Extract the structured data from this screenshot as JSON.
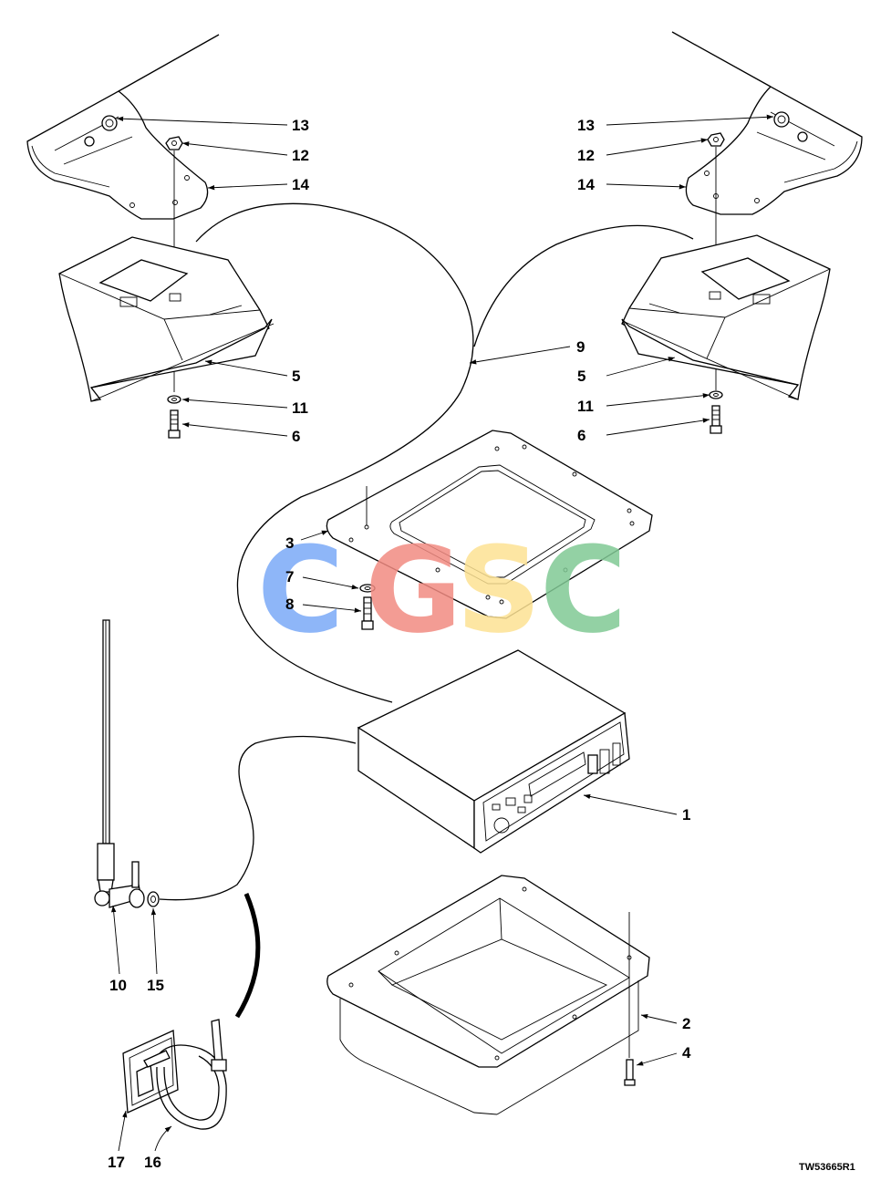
{
  "figure_id": "TW53665R1",
  "watermark": {
    "letters": [
      {
        "char": "C",
        "color": "#7baaf7"
      },
      {
        "char": "G",
        "color": "#f28b82"
      },
      {
        "char": "S",
        "color": "#fde293"
      },
      {
        "char": "C",
        "color": "#81c995"
      }
    ]
  },
  "callouts": [
    {
      "id": "c13l",
      "label": "13"
    },
    {
      "id": "c12l",
      "label": "12"
    },
    {
      "id": "c14l",
      "label": "14"
    },
    {
      "id": "c5l",
      "label": "5"
    },
    {
      "id": "c11l",
      "label": "11"
    },
    {
      "id": "c6l",
      "label": "6"
    },
    {
      "id": "c13r",
      "label": "13"
    },
    {
      "id": "c12r",
      "label": "12"
    },
    {
      "id": "c14r",
      "label": "14"
    },
    {
      "id": "c9",
      "label": "9"
    },
    {
      "id": "c5r",
      "label": "5"
    },
    {
      "id": "c11r",
      "label": "11"
    },
    {
      "id": "c6r",
      "label": "6"
    },
    {
      "id": "c3",
      "label": "3"
    },
    {
      "id": "c7",
      "label": "7"
    },
    {
      "id": "c8",
      "label": "8"
    },
    {
      "id": "c1",
      "label": "1"
    },
    {
      "id": "c2",
      "label": "2"
    },
    {
      "id": "c4",
      "label": "4"
    },
    {
      "id": "c10",
      "label": "10"
    },
    {
      "id": "c15",
      "label": "15"
    },
    {
      "id": "c17",
      "label": "17"
    },
    {
      "id": "c16",
      "label": "16"
    }
  ]
}
